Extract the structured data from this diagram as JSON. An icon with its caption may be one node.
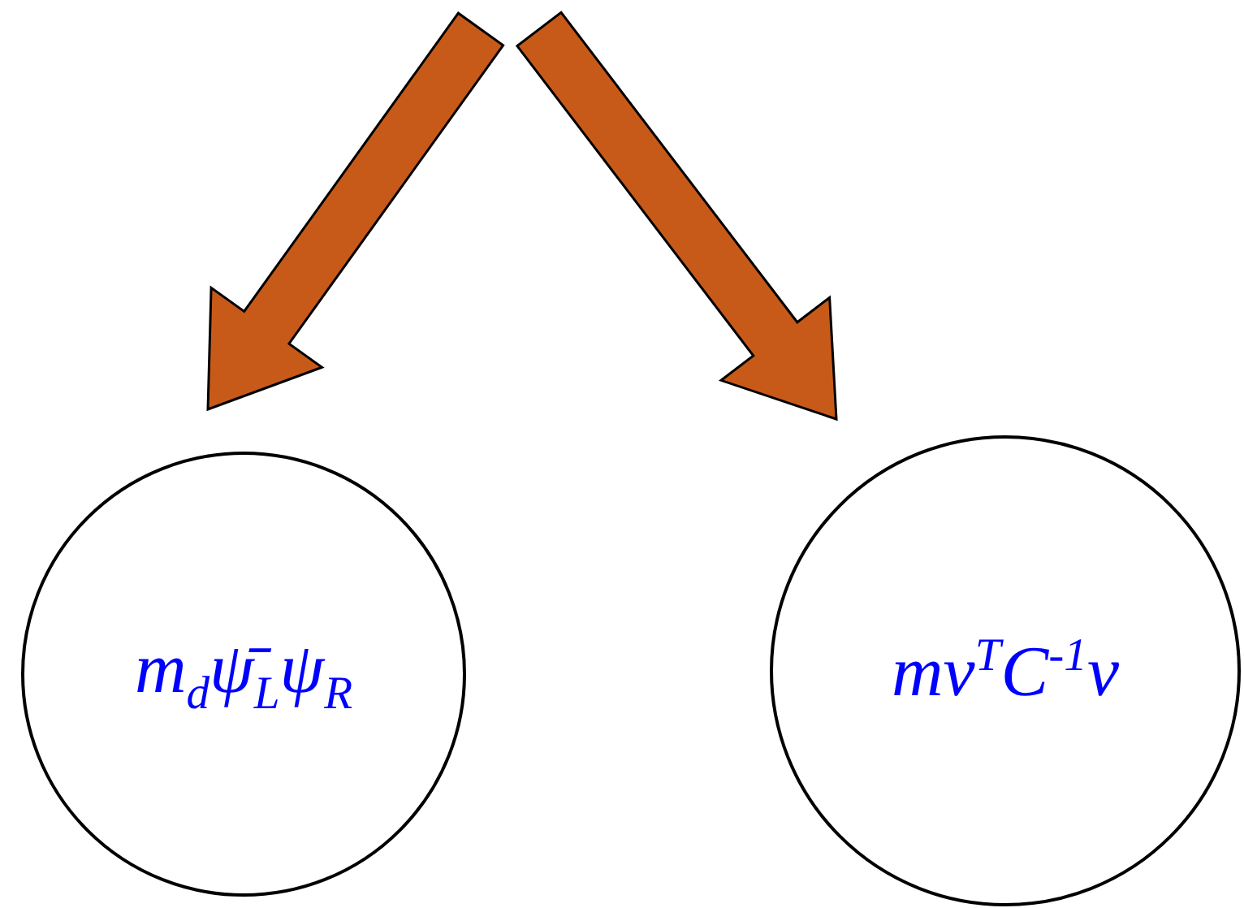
{
  "diagram": {
    "nodes": [
      {
        "text": [
          "m$_{d}$ψ̄$_{L}$ψ$_{R}$"
        ]
      },
      {
        "text": [
          "mν$^{T}$C$^{-1}$ν"
        ]
      }
    ],
    "edges": [
      {
        "from": null,
        "to": 0,
        "arrow": "to"
      },
      {
        "from": null,
        "to": 1,
        "arrow": "to"
      }
    ]
  }
}
